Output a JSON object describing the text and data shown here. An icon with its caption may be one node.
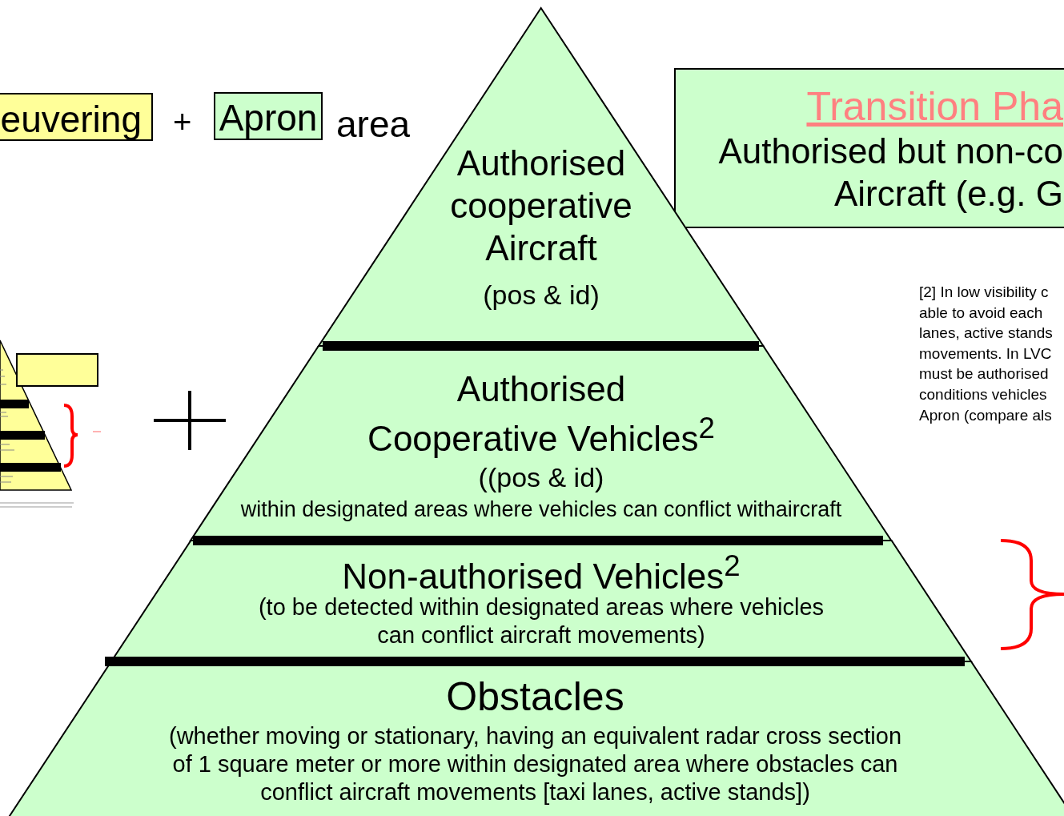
{
  "diagram": {
    "nodes": [
      {
        "text": [
          "euvering"
        ]
      },
      {
        "text": [
          "Apron"
        ]
      },
      {
        "text": [
          "Transition Pha",
          "Authorised but non-co Aircraft (e.g. G"
        ]
      },
      {
        "text": [
          "Authorised cooperative Aircraft",
          "(pos & id)"
        ]
      },
      {
        "text": [
          "Authorised Cooperative Vehicles$^{2}$",
          "((pos & id)",
          "within designated areas where vehicles can conflict withaircraft"
        ]
      },
      {
        "text": [
          "Non-authorised Vehicles$^{2}$",
          "(to be detected within designated areas where vehicles can conflict aircraft movements)"
        ]
      },
      {
        "text": [
          "Obstacles",
          "(whether moving or stationary, having an equivalent radar cross section of 1 square meter or more within designated area where obstacles can conflict aircraft movements [taxi lanes, active stands])"
        ]
      }
    ],
    "labels": [
      "+",
      "area",
      "[2] In low visibility c able to avoid each lanes, active stands movements. In LVC must be authorised conditions vehicles Apron (compare als"
    ]
  }
}
